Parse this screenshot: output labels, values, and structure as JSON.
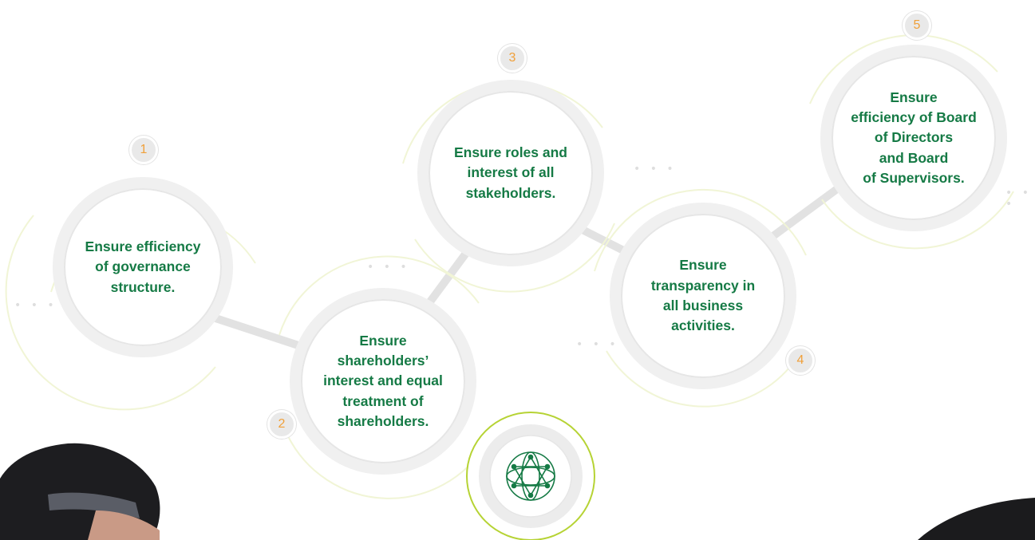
{
  "steps": [
    {
      "number": "1",
      "label": "Ensure efficiency\nof governance\nstructure."
    },
    {
      "number": "2",
      "label": "Ensure\nshareholders’\ninterest and equal\ntreatment of\nshareholders."
    },
    {
      "number": "3",
      "label": "Ensure roles and\ninterest of all\nstakeholders."
    },
    {
      "number": "4",
      "label": "Ensure\ntransparency in\nall business\nactivities."
    },
    {
      "number": "5",
      "label": "Ensure\nefficiency of Board\nof Directors\nand Board\nof Supervisors."
    }
  ],
  "decorations": {
    "dots": "• • •",
    "center_icon": "network-globe-icon"
  },
  "colors": {
    "text_green": "#157a45",
    "number_orange": "#f0a03a",
    "ring_gray": "#ececec",
    "ring_yellow": "#eef3cf",
    "accent_lime": "#b6d334"
  }
}
